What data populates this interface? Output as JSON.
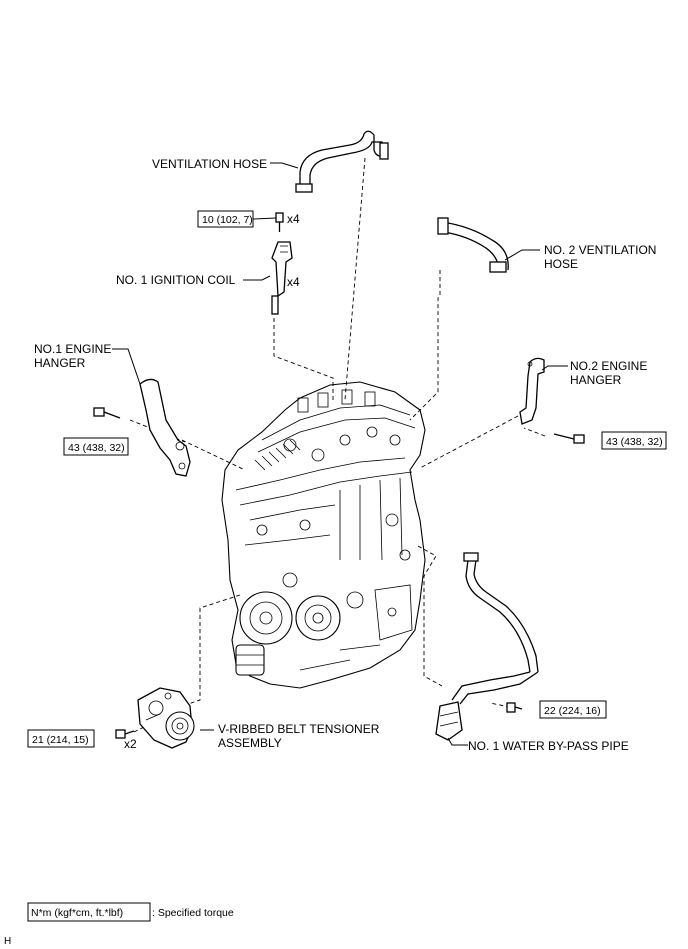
{
  "labels": {
    "ventilation_hose": "VENTILATION HOSE",
    "no2_ventilation_hose_l1": "NO. 2 VENTILATION",
    "no2_ventilation_hose_l2": "HOSE",
    "no1_ignition_coil": "NO. 1 IGNITION COIL",
    "no1_engine_hanger_l1": "NO.1 ENGINE",
    "no1_engine_hanger_l2": "HANGER",
    "no2_engine_hanger_l1": "NO.2 ENGINE",
    "no2_engine_hanger_l2": "HANGER",
    "belt_tensioner_l1": "V-RIBBED BELT TENSIONER",
    "belt_tensioner_l2": "ASSEMBLY",
    "water_bypass_pipe": "NO. 1 WATER BY-PASS PIPE"
  },
  "torques": {
    "ignition_coil_bolt": "10 (102, 7)",
    "hanger1_bolt": "43 (438, 32)",
    "hanger2_bolt": "43 (438, 32)",
    "tensioner_bolt": "21 (214, 15)",
    "bypass_pipe_bolt": "22 (224, 16)"
  },
  "quantities": {
    "coil_bolt_qty": "x4",
    "coil_qty": "x4",
    "tensioner_bolt_qty": "x2"
  },
  "legend": {
    "unit_box": "N*m (kgf*cm, ft.*lbf)",
    "description": ": Specified torque"
  },
  "footer": {
    "code": "H"
  }
}
